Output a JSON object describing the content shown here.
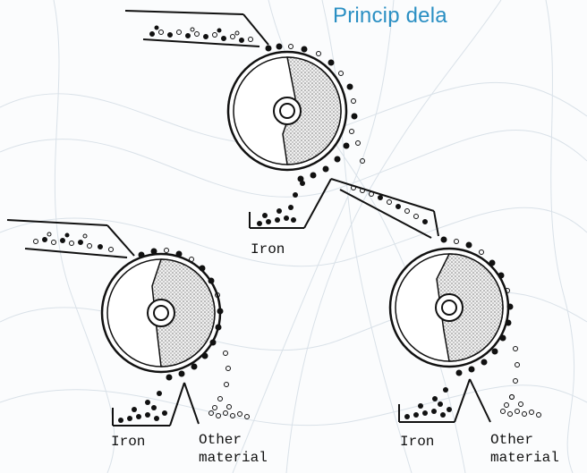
{
  "title": "Princip dela",
  "labels": {
    "top_iron": "Iron",
    "left_iron": "Iron",
    "left_other_line1": "Other",
    "left_other_line2": "material",
    "right_iron": "Iron",
    "right_other_line1": "Other",
    "right_other_line2": "material"
  },
  "colors": {
    "title": "#2a8fc3",
    "ink": "#111111",
    "background": "#fbfcfd",
    "background_wave_lines": "#d9e1e8",
    "stipple": "#bcbcbc"
  },
  "icons": [
    "magnetic-drum",
    "feed-chute",
    "collection-tray",
    "divider-wedge",
    "particle-stream"
  ]
}
